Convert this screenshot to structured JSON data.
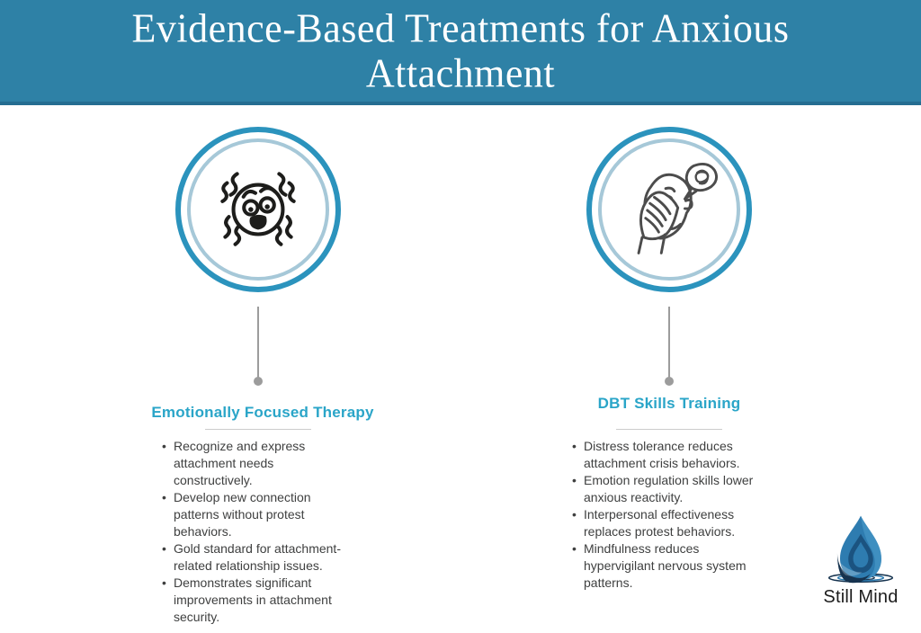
{
  "header": {
    "title": "Evidence-Based Treatments for Anxious Attachment",
    "background": "#2e81a6",
    "text_color": "#ffffff"
  },
  "columns": [
    {
      "icon": "anxious-face-icon",
      "heading": "Emotionally Focused Therapy",
      "bullets": [
        "Recognize and express attachment needs constructively.",
        "Develop new connection patterns without protest behaviors.",
        "Gold standard for attachment-related relationship issues.",
        "Demonstrates significant improvements in attachment security."
      ]
    },
    {
      "icon": "distressed-person-icon",
      "heading": "DBT Skills Training",
      "bullets": [
        "Distress tolerance reduces attachment crisis behaviors.",
        "Emotion regulation skills lower anxious reactivity.",
        "Interpersonal effectiveness replaces protest behaviors.",
        "Mindfulness reduces hypervigilant nervous system patterns."
      ]
    }
  ],
  "footer": {
    "brand": "Still Mind",
    "logo_icon": "water-drop-logo"
  },
  "colors": {
    "header_bg": "#2e81a6",
    "heading_accent": "#2aa5c8",
    "ring_outer": "#2b93bd",
    "ring_inner": "#a6c8d8",
    "connector": "#9c9c9c",
    "body_text": "#3f4040",
    "divider": "#cccccc",
    "logo_navy": "#16334f",
    "logo_blue": "#2e7cb0"
  }
}
